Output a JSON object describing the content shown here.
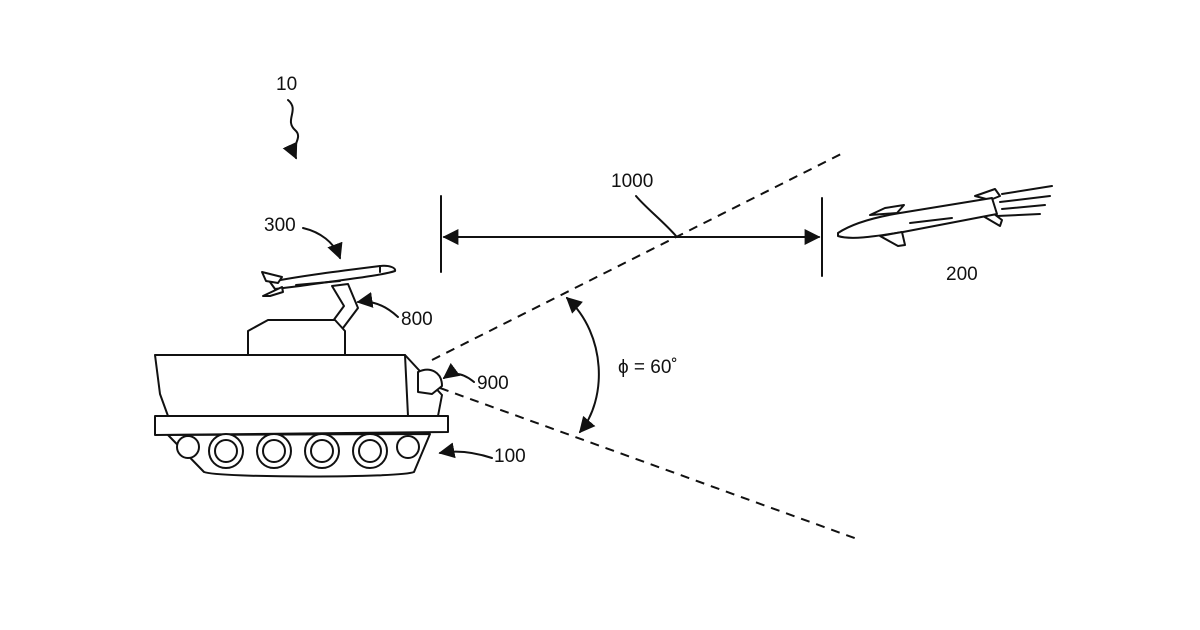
{
  "figure": {
    "labels": {
      "system": "10",
      "interceptor": "300",
      "incoming_missile": "200",
      "range": "1000",
      "launcher_arm": "800",
      "sensor": "900",
      "vehicle": "100",
      "angle": "ϕ = 60˚"
    }
  }
}
